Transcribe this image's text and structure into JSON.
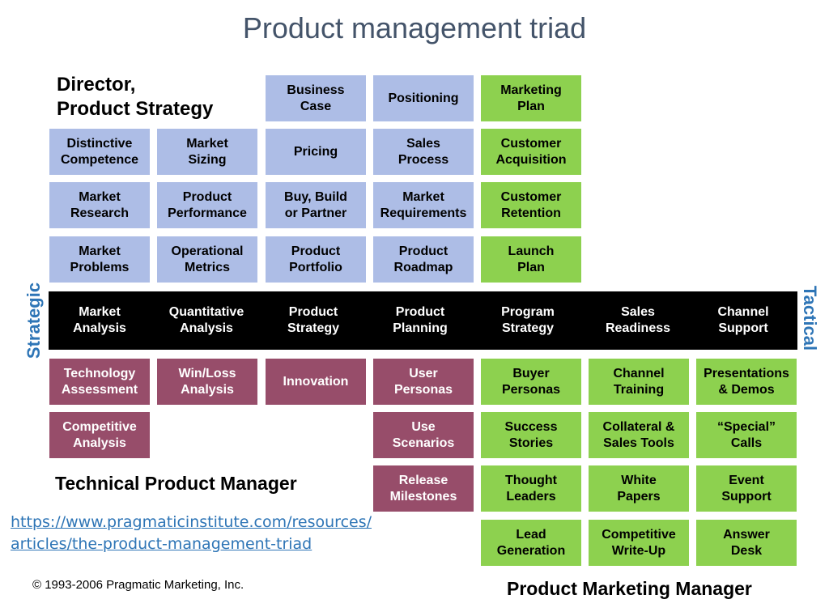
{
  "title": "Product management triad",
  "roles": {
    "director": "Director,\nProduct Strategy",
    "technical_pm": "Technical Product Manager",
    "marketing_pm": "Product Marketing Manager"
  },
  "axis": {
    "left": "Strategic",
    "right": "Tactical"
  },
  "band": [
    "Market\nAnalysis",
    "Quantitative\nAnalysis",
    "Product\nStrategy",
    "Product\nPlanning",
    "Program\nStrategy",
    "Sales\nReadiness",
    "Channel\nSupport"
  ],
  "director_boxes": {
    "blue": [
      "Business\nCase",
      "Positioning",
      "Distinctive\nCompetence",
      "Market\nSizing",
      "Pricing",
      "Sales\nProcess",
      "Market\nResearch",
      "Product\nPerformance",
      "Buy, Build\nor Partner",
      "Market\nRequirements",
      "Market\nProblems",
      "Operational\nMetrics",
      "Product\nPortfolio",
      "Product\nRoadmap"
    ],
    "green": [
      "Marketing\nPlan",
      "Customer\nAcquisition",
      "Customer\nRetention",
      "Launch\nPlan"
    ]
  },
  "technical_boxes": [
    "Technology\nAssessment",
    "Win/Loss\nAnalysis",
    "Innovation",
    "User\nPersonas",
    "Competitive\nAnalysis",
    "Use\nScenarios",
    "Release\nMilestones"
  ],
  "marketing_boxes": [
    "Buyer\nPersonas",
    "Channel\nTraining",
    "Presentations\n& Demos",
    "Success\nStories",
    "Collateral &\nSales Tools",
    "“Special”\nCalls",
    "Thought\nLeaders",
    "White\nPapers",
    "Event\nSupport",
    "Lead\nGeneration",
    "Competitive\nWrite-Up",
    "Answer\nDesk"
  ],
  "link": "https://www.pragmaticinstitute.com/resources/\narticles/the-product-management-triad",
  "copyright": "© 1993-2006 Pragmatic Marketing, Inc.",
  "colors": {
    "blue_box": "#adbde6",
    "green_box": "#8dd14f",
    "purple_box": "#974d6a",
    "band": "#000000",
    "axis_text": "#2e75b6",
    "title_text": "#44546a"
  }
}
